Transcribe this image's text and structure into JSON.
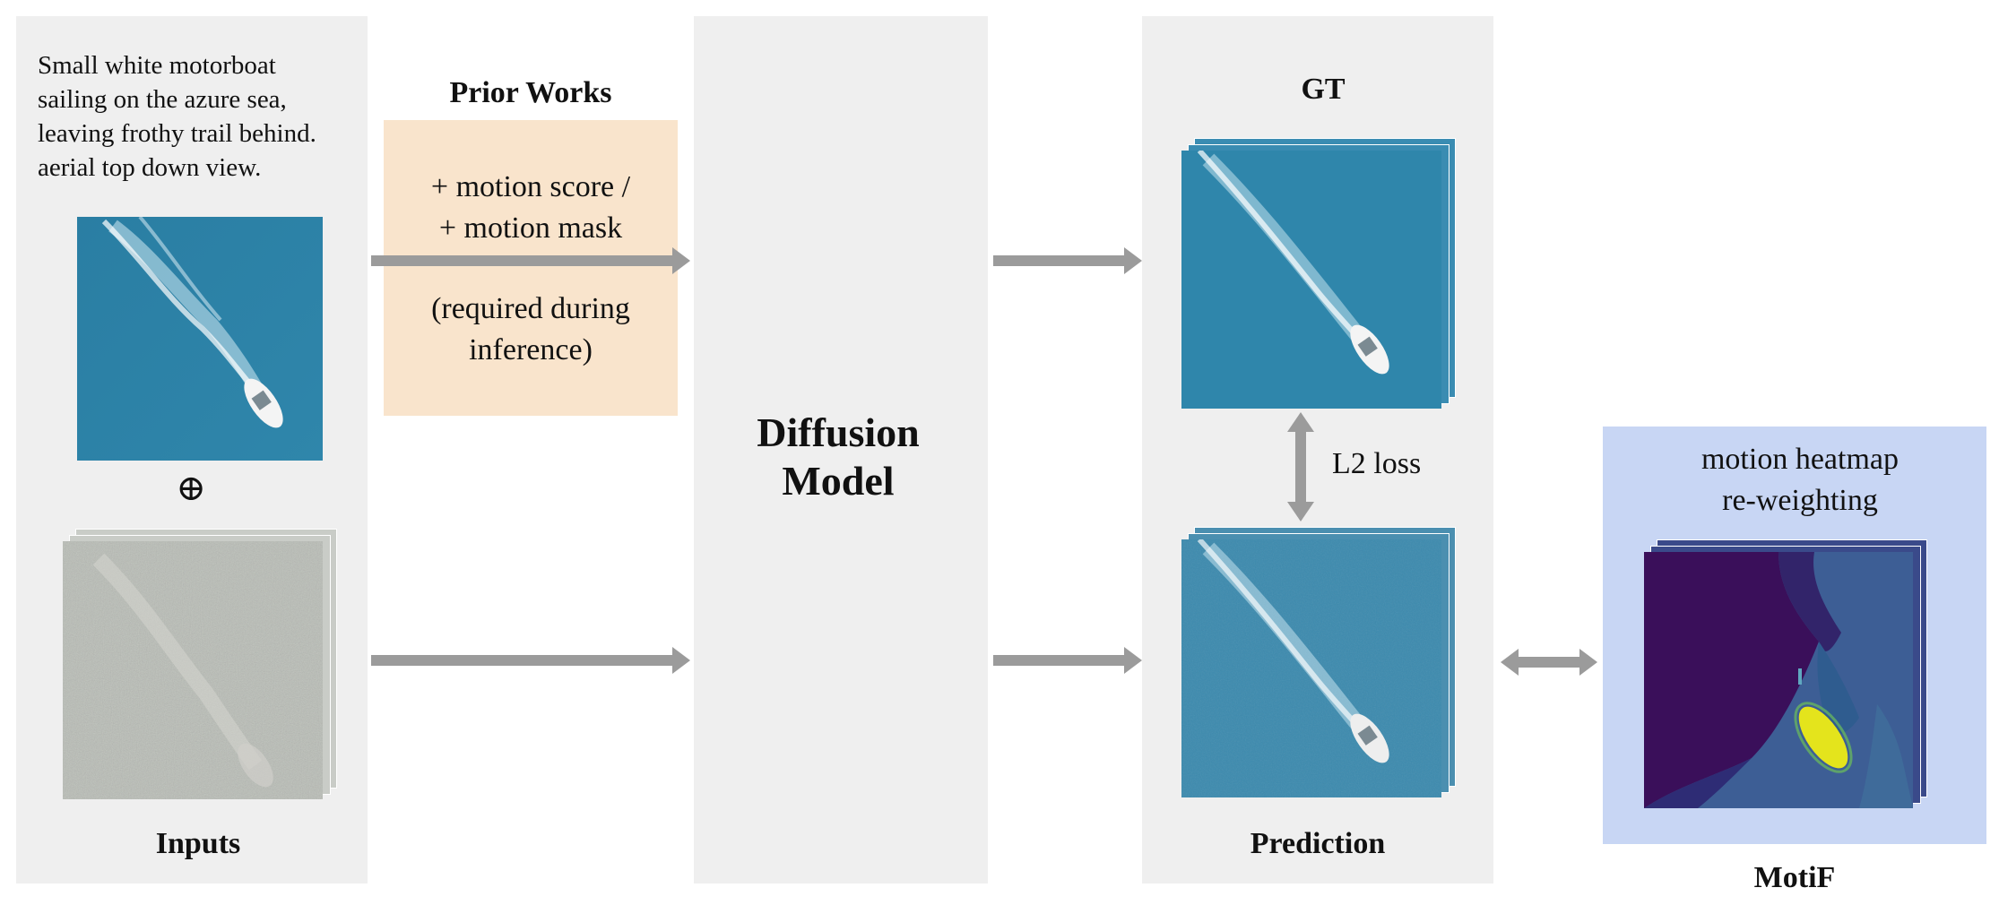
{
  "inputs": {
    "caption": [
      "Small white motorboat",
      "sailing on the azure sea,",
      "leaving frothy trail behind.",
      "aerial top down view."
    ],
    "plus_symbol": "⊕",
    "label": "Inputs"
  },
  "prior_works": {
    "title": "Prior Works",
    "line1": "+ motion score /",
    "line2": "+ motion mask",
    "line3": "(required during",
    "line4": "inference)"
  },
  "diffusion": {
    "line1": "Diffusion",
    "line2": "Model"
  },
  "gt": {
    "label": "GT"
  },
  "loss": {
    "label": "L2 loss"
  },
  "prediction": {
    "label": "Prediction"
  },
  "motif": {
    "line1": "motion heatmap",
    "line2": "re-weighting",
    "label": "MotiF"
  },
  "colors": {
    "panel_gray": "#efefef",
    "prior_peach": "#f9e4cc",
    "motif_blue": "#c8d6f4",
    "arrow_gray": "#9b9b9b",
    "sea_blue": "#2f85a8",
    "heat_dark": "#3a0f5a",
    "heat_mid": "#3d5e95",
    "heat_yellow": "#e4e41c"
  }
}
